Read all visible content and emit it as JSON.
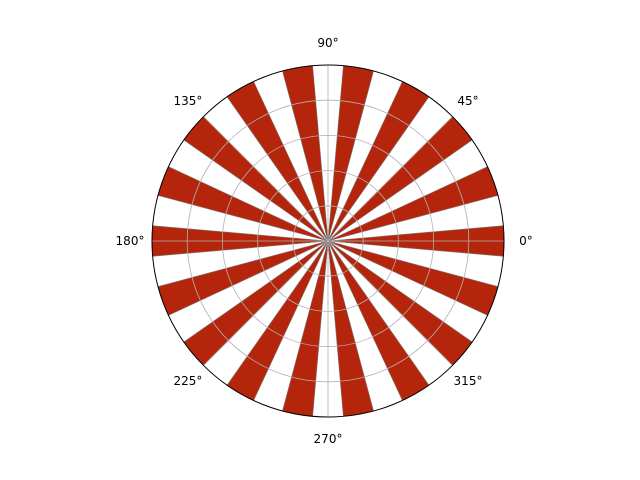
{
  "chart_data": {
    "type": "bar",
    "projection": "polar",
    "title": "",
    "xlabel": "",
    "ylabel": "",
    "theta_tick_labels": [
      "0°",
      "45°",
      "90°",
      "135°",
      "180°",
      "225°",
      "270°",
      "315°"
    ],
    "theta_ticks_deg": [
      0,
      45,
      90,
      135,
      180,
      225,
      270,
      315
    ],
    "r_gridlines": [
      1,
      2,
      3,
      4,
      5
    ],
    "r_tick_labels_visible": false,
    "rlim": [
      0,
      5
    ],
    "grid": true,
    "bar_width_deg": 10,
    "bar_centers_deg": [
      0,
      20,
      40,
      60,
      80,
      100,
      120,
      140,
      160,
      180,
      200,
      220,
      240,
      260,
      280,
      300,
      320,
      340
    ],
    "values": [
      5,
      5,
      5,
      5,
      5,
      5,
      5,
      5,
      5,
      5,
      5,
      5,
      5,
      5,
      5,
      5,
      5,
      5
    ],
    "bar_color": "#b5250b",
    "bar_edge_color": "#7a7a7a",
    "grid_color": "#b0b0b0",
    "spine_color": "#000000"
  }
}
